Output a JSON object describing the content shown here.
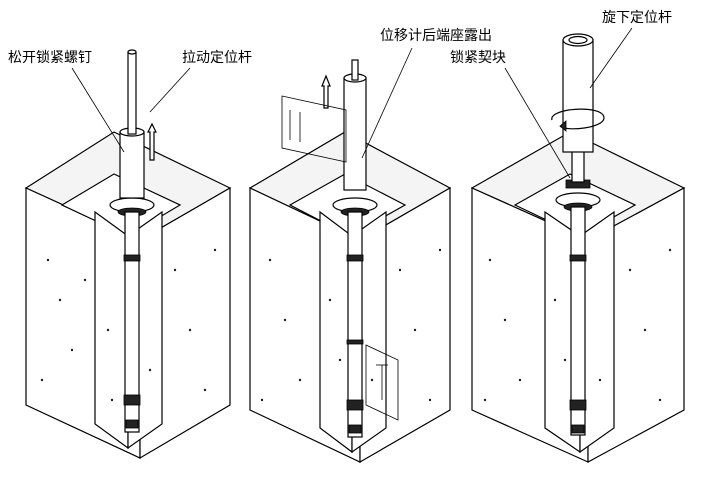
{
  "labels": {
    "loosen_screw": "松开锁紧螺钉",
    "pull_rod": "拉动定位杆",
    "rear_exposed": "位移计后端座露出",
    "lock_wedge": "锁紧契块",
    "unscrew_rod": "旋下定位杆"
  }
}
